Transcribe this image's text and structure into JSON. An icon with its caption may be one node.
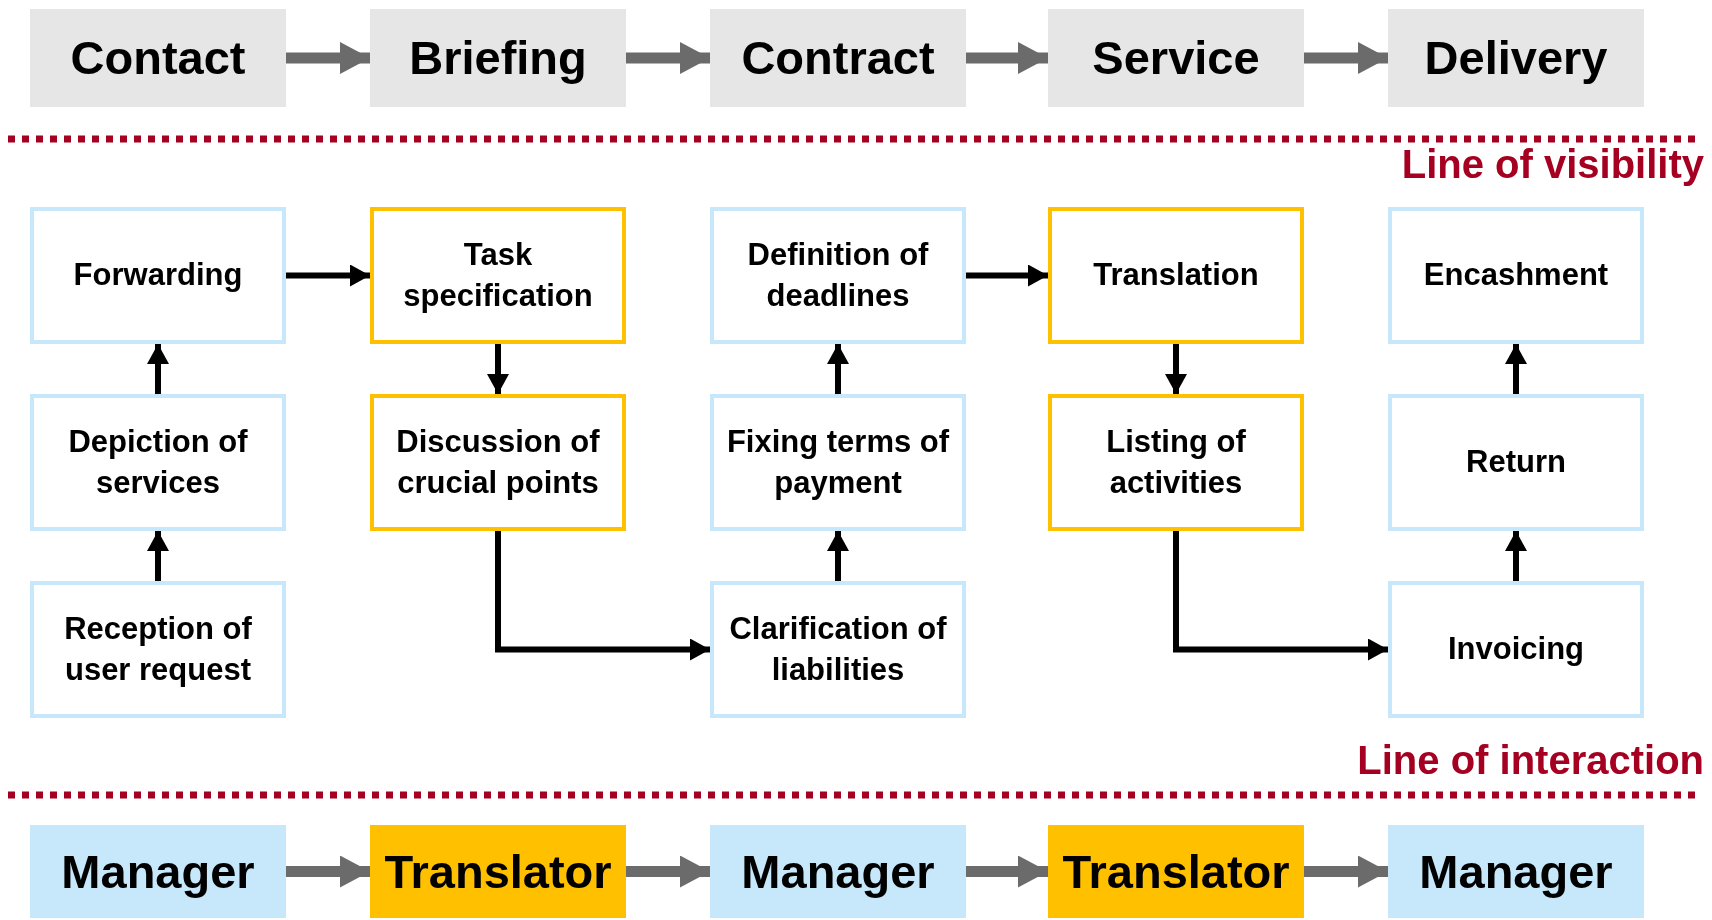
{
  "diagram": {
    "nodes": [
      {
        "text": [
          "Contact"
        ]
      },
      {
        "text": [
          "Briefing"
        ]
      },
      {
        "text": [
          "Contract"
        ]
      },
      {
        "text": [
          "Service"
        ]
      },
      {
        "text": [
          "Delivery"
        ]
      },
      {
        "text": [
          "Forwarding"
        ]
      },
      {
        "text": [
          "Depiction of services"
        ]
      },
      {
        "text": [
          "Reception of user request"
        ]
      },
      {
        "text": [
          "Task specification"
        ]
      },
      {
        "text": [
          "Discussion of crucial points"
        ]
      },
      {
        "text": [
          "Definition of deadlines"
        ]
      },
      {
        "text": [
          "Fixing terms of payment"
        ]
      },
      {
        "text": [
          "Clarification of liabilities"
        ]
      },
      {
        "text": [
          "Translation"
        ]
      },
      {
        "text": [
          "Listing of activities"
        ]
      },
      {
        "text": [
          "Encashment"
        ]
      },
      {
        "text": [
          "Return"
        ]
      },
      {
        "text": [
          "Invoicing"
        ]
      },
      {
        "text": [
          "Manager"
        ]
      },
      {
        "text": [
          "Translator"
        ]
      },
      {
        "text": [
          "Manager"
        ]
      },
      {
        "text": [
          "Translator"
        ]
      },
      {
        "text": [
          "Manager"
        ]
      }
    ],
    "edges": [
      {
        "from": 0,
        "to": 1,
        "arrow": "to",
        "style": "thick",
        "color": "#6b6b6b"
      },
      {
        "from": 1,
        "to": 2,
        "arrow": "to",
        "style": "thick",
        "color": "#6b6b6b"
      },
      {
        "from": 2,
        "to": 3,
        "arrow": "to",
        "style": "thick",
        "color": "#6b6b6b"
      },
      {
        "from": 3,
        "to": 4,
        "arrow": "to",
        "style": "thick",
        "color": "#6b6b6b"
      },
      {
        "from": 7,
        "to": 6,
        "arrow": "to"
      },
      {
        "from": 6,
        "to": 5,
        "arrow": "to"
      },
      {
        "from": 5,
        "to": 8,
        "arrow": "to"
      },
      {
        "from": 8,
        "to": 9,
        "arrow": "to"
      },
      {
        "from": 9,
        "to": 12,
        "arrow": "to"
      },
      {
        "from": 12,
        "to": 11,
        "arrow": "to"
      },
      {
        "from": 11,
        "to": 10,
        "arrow": "to"
      },
      {
        "from": 10,
        "to": 13,
        "arrow": "to"
      },
      {
        "from": 13,
        "to": 14,
        "arrow": "to"
      },
      {
        "from": 14,
        "to": 17,
        "arrow": "to"
      },
      {
        "from": 17,
        "to": 16,
        "arrow": "to"
      },
      {
        "from": 16,
        "to": 15,
        "arrow": "to"
      },
      {
        "from": 18,
        "to": 19,
        "arrow": "to",
        "style": "thick",
        "color": "#6b6b6b"
      },
      {
        "from": 19,
        "to": 20,
        "arrow": "to",
        "style": "thick",
        "color": "#6b6b6b"
      },
      {
        "from": 20,
        "to": 21,
        "arrow": "to",
        "style": "thick",
        "color": "#6b6b6b"
      },
      {
        "from": 21,
        "to": 22,
        "arrow": "to",
        "style": "thick",
        "color": "#6b6b6b"
      }
    ],
    "labels": [
      "Line of visibility",
      "Line of interaction"
    ]
  }
}
